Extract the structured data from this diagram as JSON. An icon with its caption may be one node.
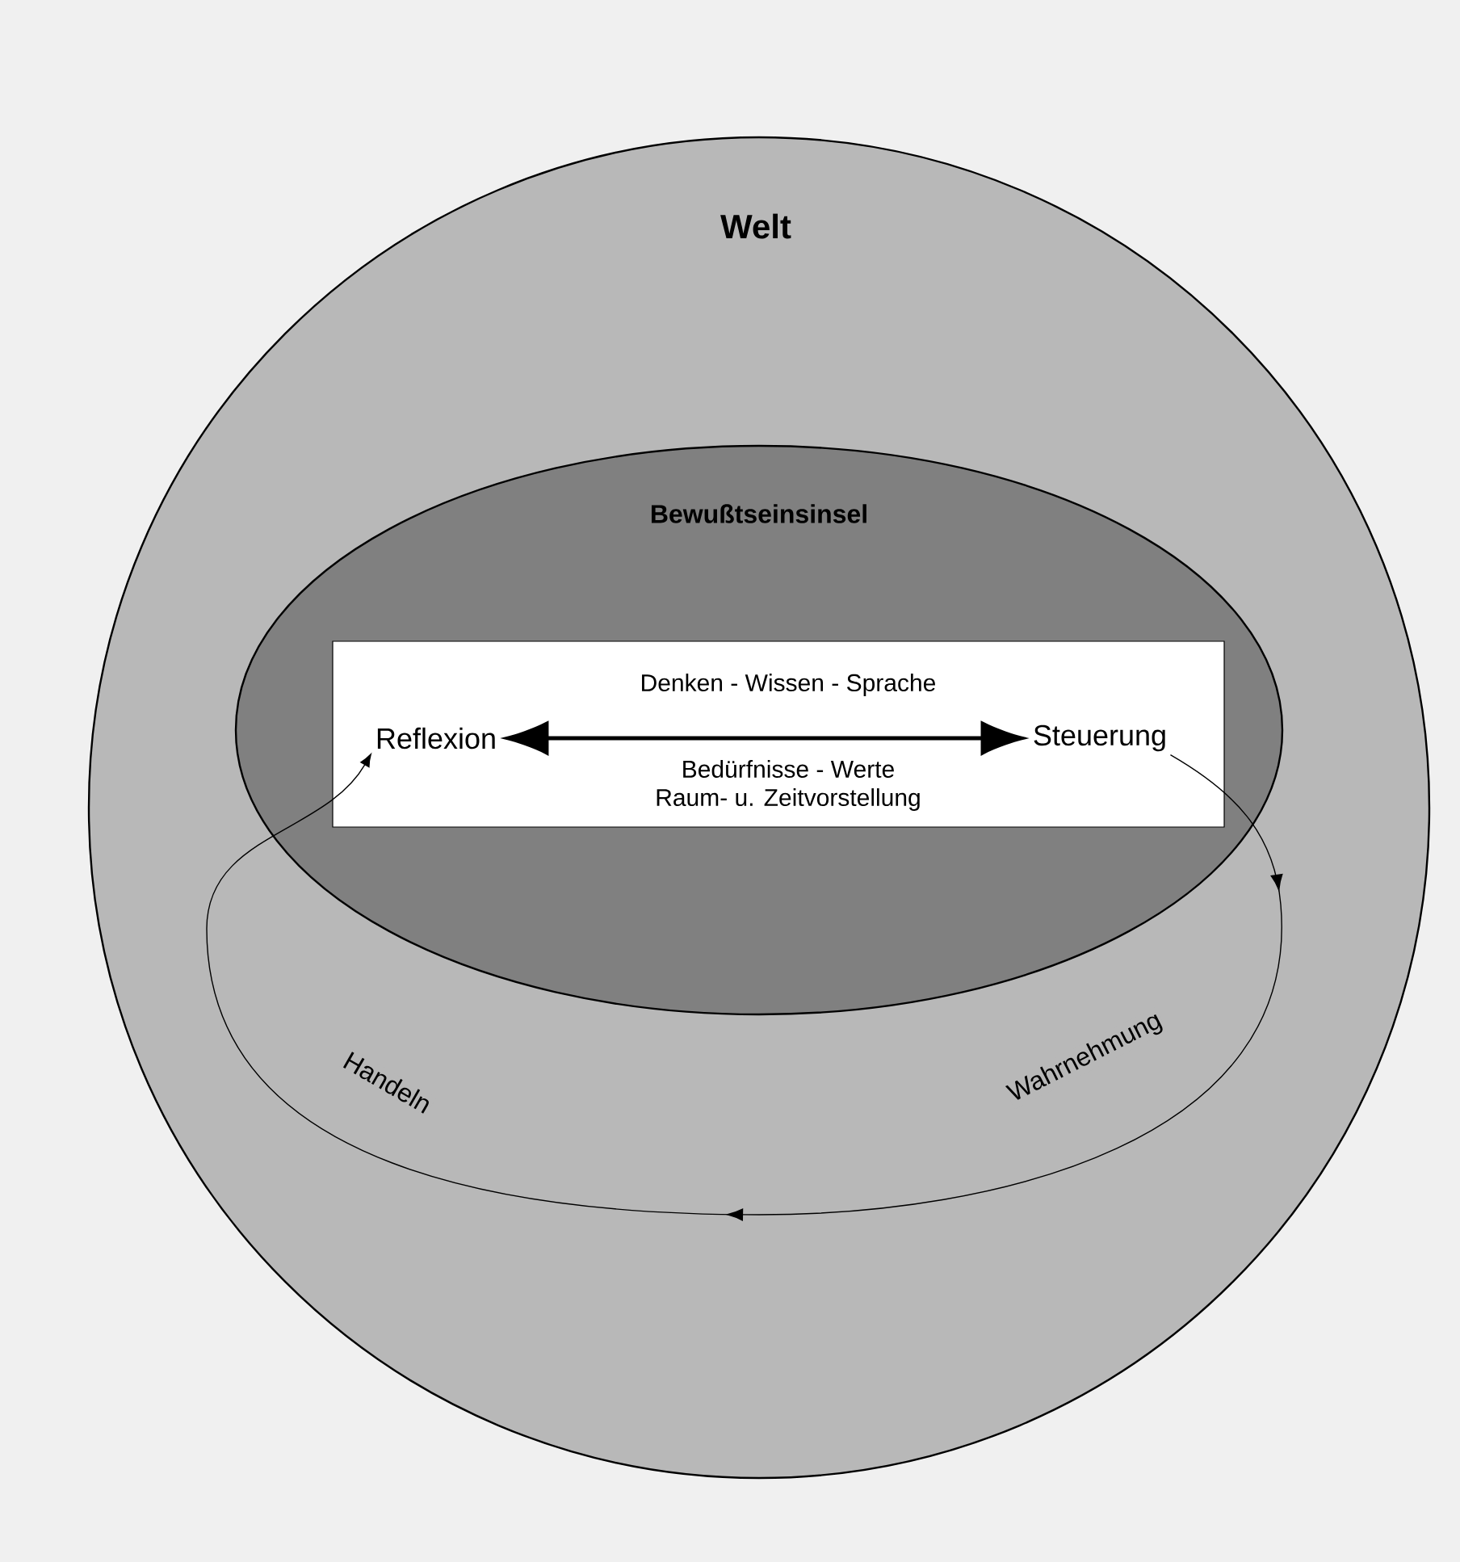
{
  "diagram": {
    "nodes": [
      {
        "text": [
          "Welt"
        ]
      },
      {
        "text": [
          "Bewußtseinsinsel"
        ],
        "in": 0
      },
      {
        "text": [
          "Denken - Wissen - Sprache",
          "Bedürfnisse - Werte",
          "Raum- u. Zeitvorstellung"
        ],
        "in": 1
      },
      {
        "text": [
          "Reflexion"
        ],
        "in": 2
      },
      {
        "text": [
          "Steuerung"
        ],
        "in": 2
      }
    ],
    "edges": [
      {
        "from": 3,
        "to": 4,
        "arrow": "both",
        "style": "thick"
      },
      {
        "from": 4,
        "to": 3,
        "arrow": "to",
        "label": "Wahrnehmung"
      }
    ],
    "labels": [
      "Handeln"
    ]
  }
}
